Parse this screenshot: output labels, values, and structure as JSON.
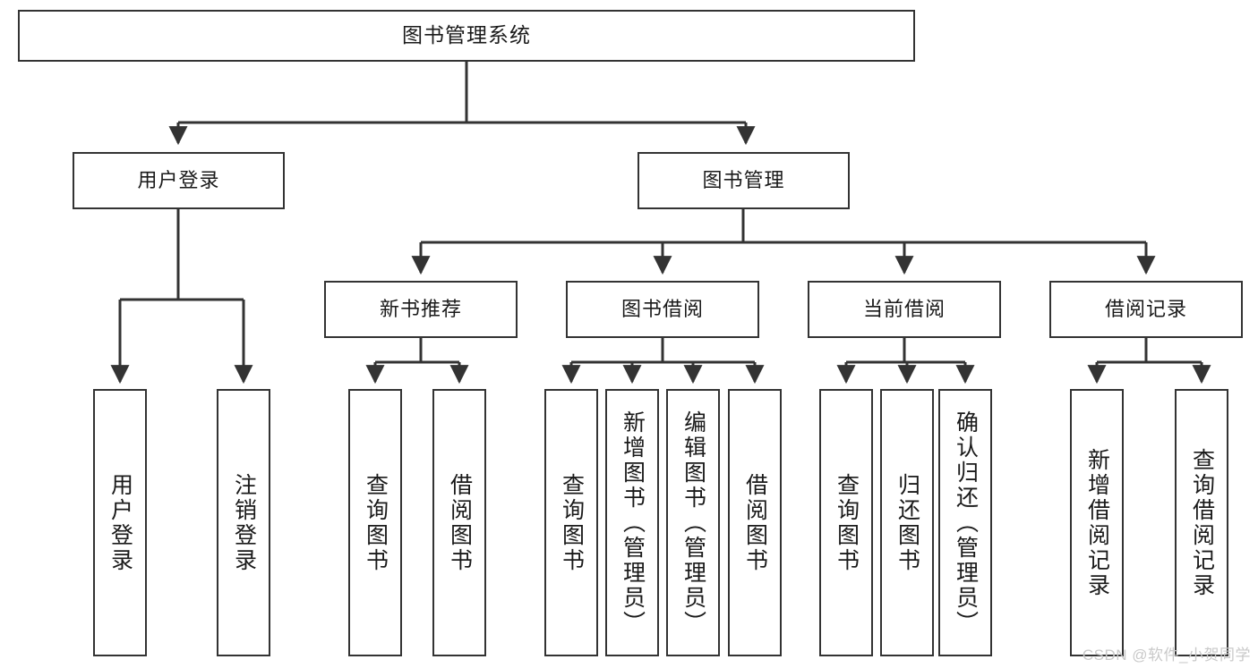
{
  "diagram": {
    "title": "图书管理系统",
    "type": "tree-hierarchy",
    "root": {
      "id": "root",
      "label": "图书管理系统"
    },
    "level1": [
      {
        "id": "login",
        "label": "用户登录"
      },
      {
        "id": "bookmgmt",
        "label": "图书管理"
      }
    ],
    "level2": [
      {
        "id": "newbook",
        "label": "新书推荐",
        "parent": "bookmgmt"
      },
      {
        "id": "borrow",
        "label": "图书借阅",
        "parent": "bookmgmt"
      },
      {
        "id": "current",
        "label": "当前借阅",
        "parent": "bookmgmt"
      },
      {
        "id": "records",
        "label": "借阅记录",
        "parent": "bookmgmt"
      }
    ],
    "leaves": [
      {
        "id": "leaf-1",
        "label": "用户登录",
        "parent": "login"
      },
      {
        "id": "leaf-2",
        "label": "注销登录",
        "parent": "login"
      },
      {
        "id": "leaf-3",
        "label": "查询图书",
        "parent": "newbook"
      },
      {
        "id": "leaf-4",
        "label": "借阅图书",
        "parent": "newbook"
      },
      {
        "id": "leaf-5",
        "label": "查询图书",
        "parent": "borrow"
      },
      {
        "id": "leaf-6",
        "label": "新增图书（管理员）",
        "parent": "borrow"
      },
      {
        "id": "leaf-7",
        "label": "编辑图书（管理员）",
        "parent": "borrow"
      },
      {
        "id": "leaf-8",
        "label": "借阅图书",
        "parent": "borrow"
      },
      {
        "id": "leaf-9",
        "label": "查询图书",
        "parent": "current"
      },
      {
        "id": "leaf-10",
        "label": "归还图书",
        "parent": "current"
      },
      {
        "id": "leaf-11",
        "label": "确认归还（管理员）",
        "parent": "current"
      },
      {
        "id": "leaf-12",
        "label": "新增借阅记录",
        "parent": "records"
      },
      {
        "id": "leaf-13",
        "label": "查询借阅记录",
        "parent": "records"
      }
    ]
  },
  "watermark": {
    "text": "CSDN @软件_小贺同学"
  },
  "colors": {
    "line": "#333333",
    "box_border": "#333333",
    "background": "#ffffff",
    "text": "#1a1a1a",
    "watermark": "#c9c9c9"
  }
}
